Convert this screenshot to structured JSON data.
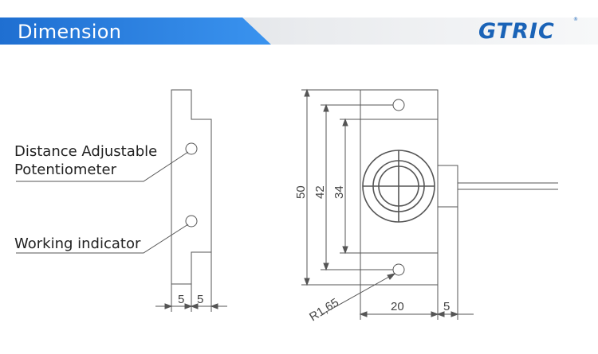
{
  "header": {
    "title": "Dimension",
    "brand": "GTRIC",
    "brand_mark": "®",
    "accent_color": "#2b7fe0"
  },
  "labels": {
    "potentiometer_line1": "Distance Adjustable",
    "potentiometer_line2": "Potentiometer",
    "indicator": "Working indicator"
  },
  "dimensions": {
    "side_step_a": "5",
    "side_step_b": "5",
    "height_total": "50",
    "hole_spacing": "42",
    "inner_height": "34",
    "hole_radius": "R1,65",
    "width": "20",
    "cable_boss": "5"
  }
}
